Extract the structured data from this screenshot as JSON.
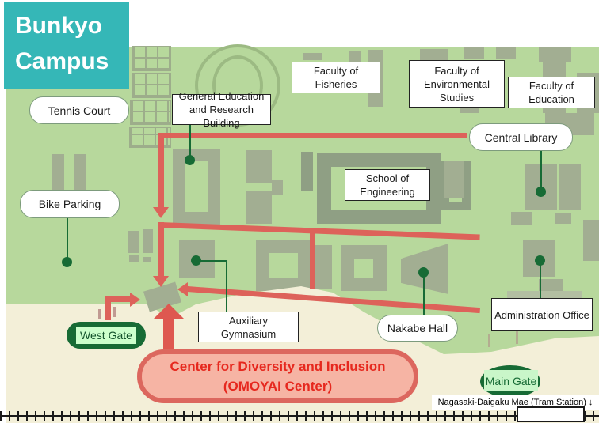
{
  "header": {
    "title_line1": "Bunkyo",
    "title_line2": "Campus"
  },
  "map": {
    "building_labels": {
      "tennis_court": "Tennis Court",
      "general_education": "General Education and Research Building",
      "faculty_fisheries": "Faculty of Fisheries",
      "faculty_environmental": "Faculty of Environmental Studies",
      "faculty_education": "Faculty of Education",
      "central_library": "Central Library",
      "school_engineering": "School of Engineering",
      "bike_parking": "Bike Parking",
      "auxiliary_gymnasium": "Auxiliary Gymnasium",
      "nakabe_hall": "Nakabe Hall",
      "administration_office": "Administration Office"
    },
    "gate_labels": {
      "west_gate": "West Gate",
      "main_gate": "Main Gate"
    },
    "highlight": {
      "line1": "Center for Diversity and Inclusion",
      "line2": "(OMOYAI Center)"
    },
    "tram_note": "Nagasaki-Daigaku Mae (Tram Station) ↓",
    "colors": {
      "title_teal": "#35b7b7",
      "campus_green": "#b7d89c",
      "building_gray": "#a2ae92",
      "outside_sand": "#f3efd8",
      "road_red": "#dd625a",
      "gate_dark_green": "#176b35",
      "gate_light_green": "#ccffcc",
      "highlight_fill": "#f6b4a4",
      "highlight_border": "#dc675e",
      "highlight_text": "#e6281e",
      "connector_dot_green": "#176b35"
    }
  }
}
